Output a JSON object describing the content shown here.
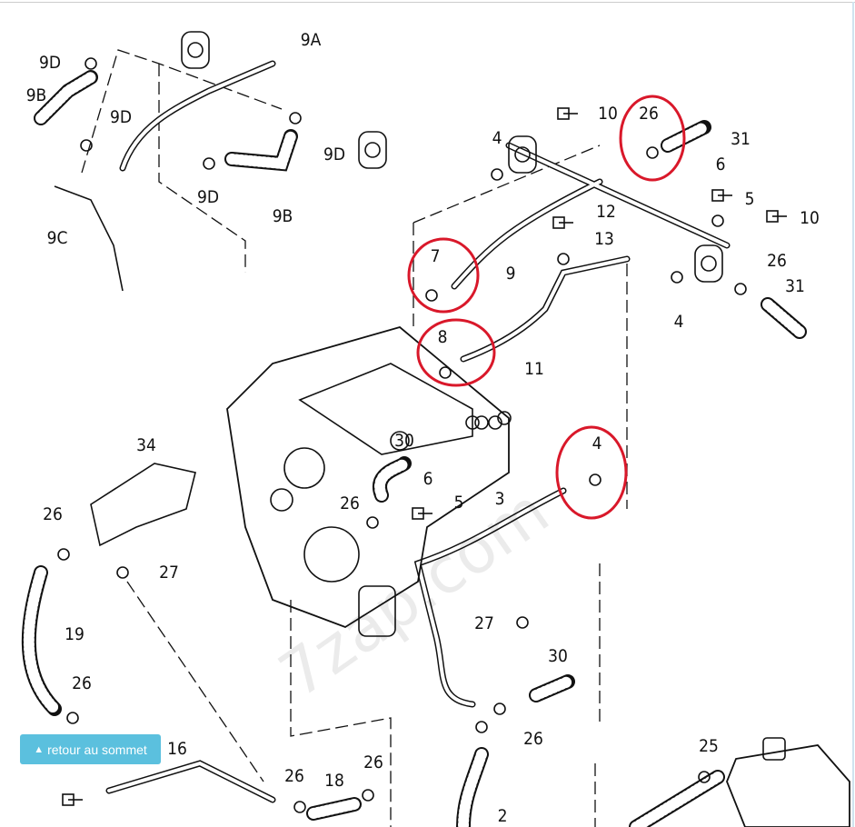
{
  "diagram": {
    "watermark": "7zap.com",
    "callouts": [
      "9D",
      "9B",
      "9D",
      "9C",
      "9A",
      "9D",
      "9D",
      "9B",
      "4",
      "10",
      "26",
      "31",
      "6",
      "5",
      "10",
      "12",
      "13",
      "9",
      "7",
      "26",
      "31",
      "4",
      "8",
      "11",
      "4",
      "34",
      "30",
      "6",
      "5",
      "3",
      "26",
      "26",
      "27",
      "19",
      "27",
      "30",
      "26",
      "16",
      "26",
      "26",
      "18",
      "26",
      "25",
      "2"
    ],
    "highlight_color": "#d9182a",
    "highlighted_parts": [
      "26",
      "7",
      "8",
      "4"
    ]
  },
  "back_to_top": {
    "label": "retour au sommet",
    "icon": "chevron-up-icon",
    "color": "#5bc0de"
  }
}
